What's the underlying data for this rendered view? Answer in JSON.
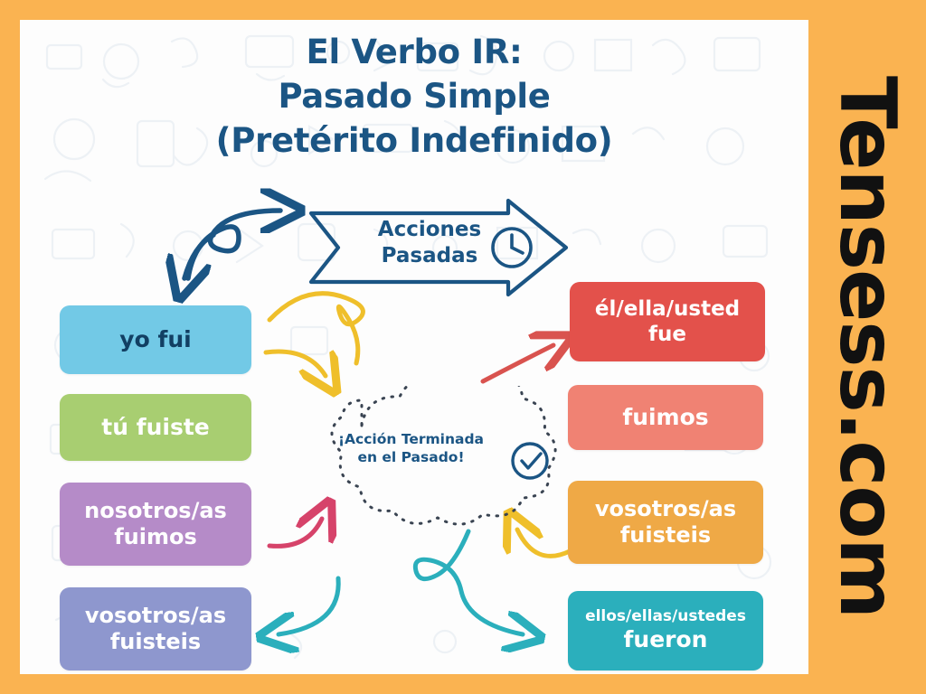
{
  "poster": {
    "border_color": "#FAB351",
    "canvas_color": "#fdfdfd",
    "heading_color": "#1B5584"
  },
  "watermark": {
    "text": "Tensess.com",
    "color": "#111111",
    "background": "#FAB351"
  },
  "title": {
    "line1": "El Verbo IR:",
    "line2": "Pasado Simple",
    "line3": "(Pretérito Indefinido)"
  },
  "banner": {
    "line1": "Acciones",
    "line2": "Pasadas",
    "icon": "clock-icon",
    "stroke_color": "#1B5584"
  },
  "cloud": {
    "line1": "¡Acción Terminada",
    "line2": "en el Pasado!",
    "icon": "check-circle-icon",
    "outline_style": "dotted",
    "text_color": "#1B5584"
  },
  "left_column": [
    {
      "name": "yo-fui",
      "line1": "yo fui",
      "line2": "",
      "bg": "#72C9E6",
      "text_color": "#123F63",
      "font_size": "25px"
    },
    {
      "name": "tu-fuiste",
      "line1": "tú fuiste",
      "line2": "",
      "bg": "#A8CE71",
      "text_color": "#ffffff",
      "font_size": "25px"
    },
    {
      "name": "nosotros-fuimos",
      "line1": "nosotros/as",
      "line2": "fuimos",
      "bg": "#B58BC8",
      "text_color": "#ffffff",
      "font_size": "24px"
    },
    {
      "name": "vosotros-fuisteis",
      "line1": "vosotros/as",
      "line2": "fuisteis",
      "bg": "#8E97CE",
      "text_color": "#ffffff",
      "font_size": "24px"
    }
  ],
  "right_column": [
    {
      "name": "el-ella-usted-fue",
      "line1": "él/ella/usted",
      "line2": "fue",
      "bg": "#E3514B",
      "text_color": "#ffffff",
      "font_size": "23px"
    },
    {
      "name": "fuimos",
      "line1": "fuimos",
      "line2": "",
      "bg": "#F08273",
      "text_color": "#ffffff",
      "font_size": "25px"
    },
    {
      "name": "vosotros-fuisteis-right",
      "line1": "vosotros/as",
      "line2": "fuisteis",
      "bg": "#EFA946",
      "text_color": "#ffffff",
      "font_size": "24px"
    },
    {
      "name": "ellos-ellas-ustedes-fueron",
      "line1": "ellos/ellas/ustedes",
      "line2": "fueron",
      "bg": "#2BAFBC",
      "text_color": "#ffffff",
      "font_size": "17px",
      "font_size2": "25px"
    }
  ],
  "arrow_colors": {
    "navy": "#1B5584",
    "yellow": "#EFBF2B",
    "red": "#D9534F",
    "pink": "#D6436A",
    "teal": "#2BAFBC"
  }
}
